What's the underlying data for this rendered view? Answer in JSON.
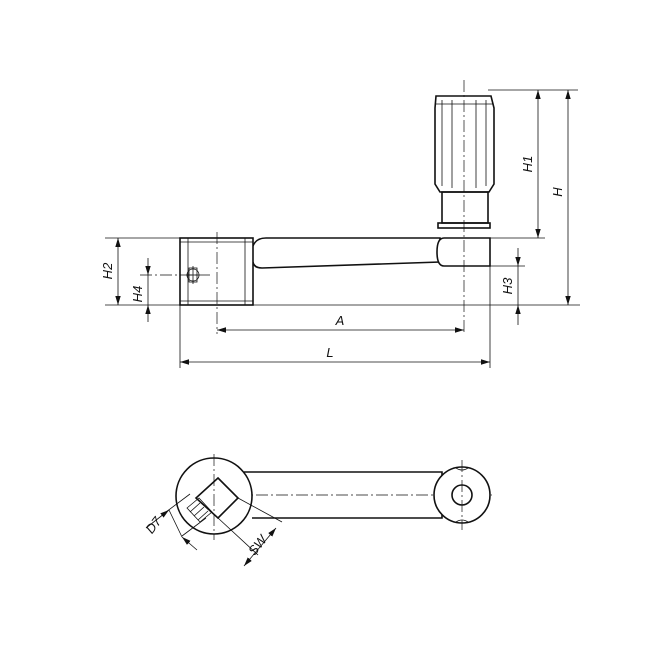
{
  "dimensions": {
    "H1": "H1",
    "H": "H",
    "H2": "H2",
    "H4": "H4",
    "H3": "H3",
    "A": "A",
    "L": "L",
    "D7": "D7",
    "SW": "SW"
  }
}
